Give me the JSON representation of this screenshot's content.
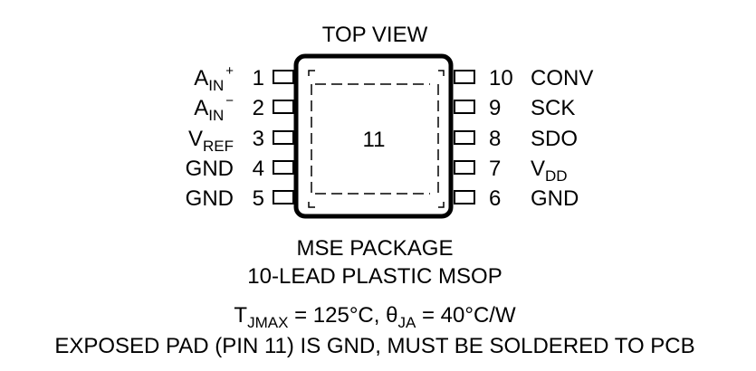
{
  "title": "TOP VIEW",
  "exposed_pad_label": "11",
  "left_pins": [
    {
      "number": "1",
      "name_main": "A",
      "name_sub": "IN",
      "name_sup": "+"
    },
    {
      "number": "2",
      "name_main": "A",
      "name_sub": "IN",
      "name_sup": "−"
    },
    {
      "number": "3",
      "name_main": "V",
      "name_sub": "REF",
      "name_sup": ""
    },
    {
      "number": "4",
      "name_main": "GND",
      "name_sub": "",
      "name_sup": ""
    },
    {
      "number": "5",
      "name_main": "GND",
      "name_sub": "",
      "name_sup": ""
    }
  ],
  "right_pins": [
    {
      "number": "10",
      "name_main": "CONV",
      "name_sub": ""
    },
    {
      "number": "9",
      "name_main": "SCK",
      "name_sub": ""
    },
    {
      "number": "8",
      "name_main": "SDO",
      "name_sub": ""
    },
    {
      "number": "7",
      "name_main": "V",
      "name_sub": "DD"
    },
    {
      "number": "6",
      "name_main": "GND",
      "name_sub": ""
    }
  ],
  "package": {
    "line1": "MSE PACKAGE",
    "line2": "10-LEAD PLASTIC MSOP"
  },
  "thermal": {
    "t_main": "T",
    "t_sub": "JMAX",
    "t_value": " = 125°C, ",
    "theta_main": "θ",
    "theta_sub": "JA",
    "theta_value": " = 40°C/W"
  },
  "note": "EXPOSED PAD (PIN 11) IS GND, MUST BE SOLDERED TO PCB"
}
